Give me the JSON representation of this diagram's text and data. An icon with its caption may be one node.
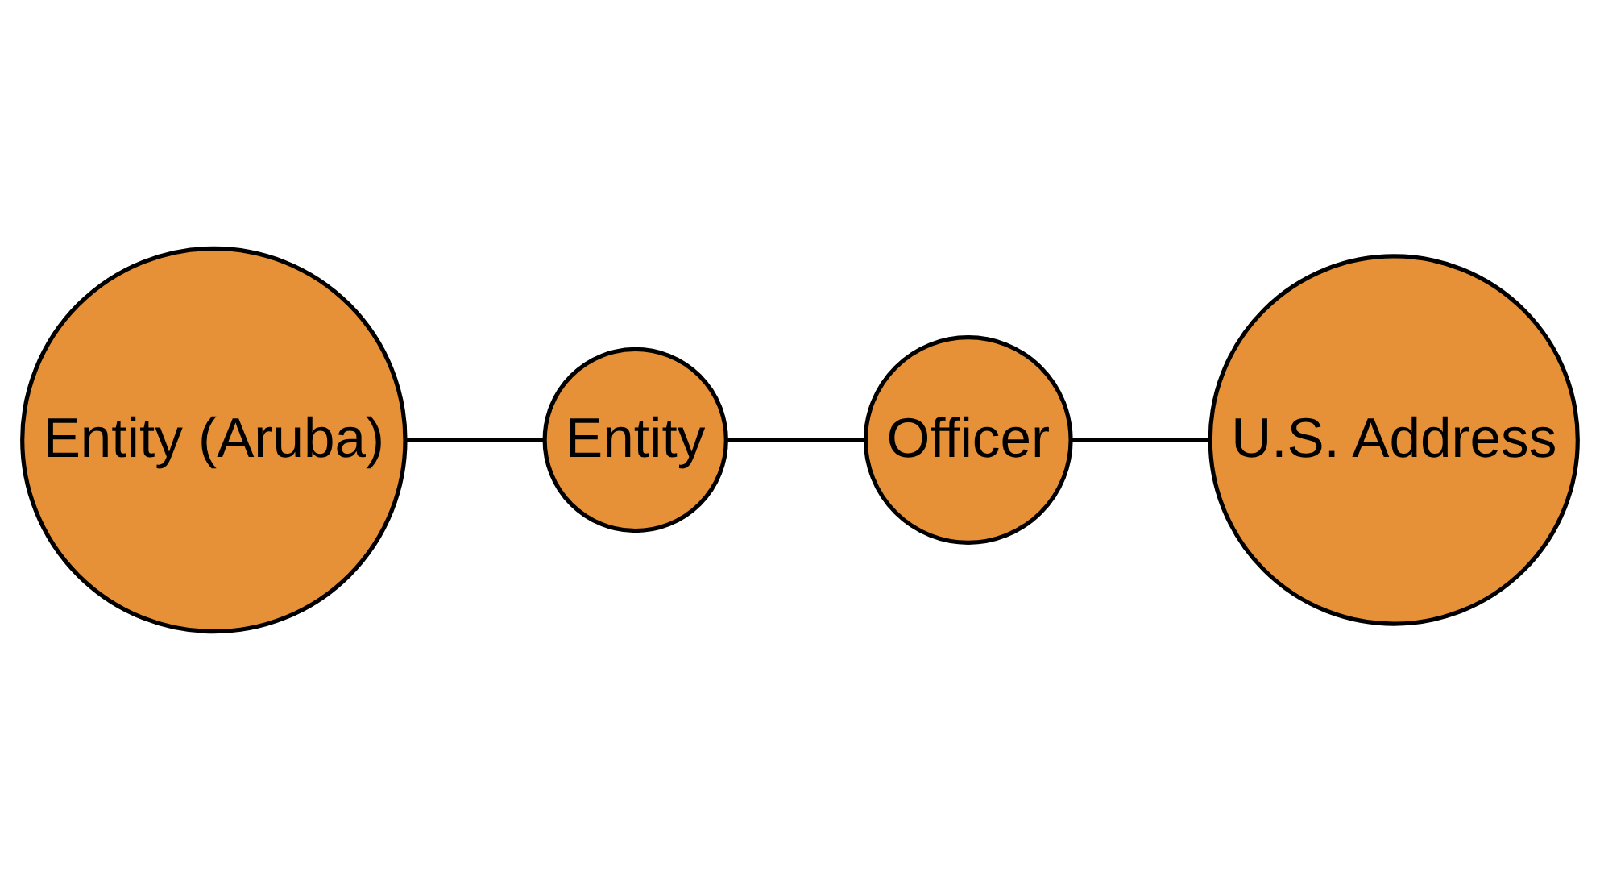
{
  "diagram": {
    "nodes": [
      {
        "text": [
          "Entity (Aruba)"
        ]
      },
      {
        "text": [
          "Entity"
        ]
      },
      {
        "text": [
          "Officer"
        ]
      },
      {
        "text": [
          "U.S. Address"
        ]
      }
    ],
    "edges": [
      {
        "from": 0,
        "to": 1,
        "arrow": "none"
      },
      {
        "from": 1,
        "to": 2,
        "arrow": "none"
      },
      {
        "from": 2,
        "to": 3,
        "arrow": "none"
      }
    ]
  }
}
